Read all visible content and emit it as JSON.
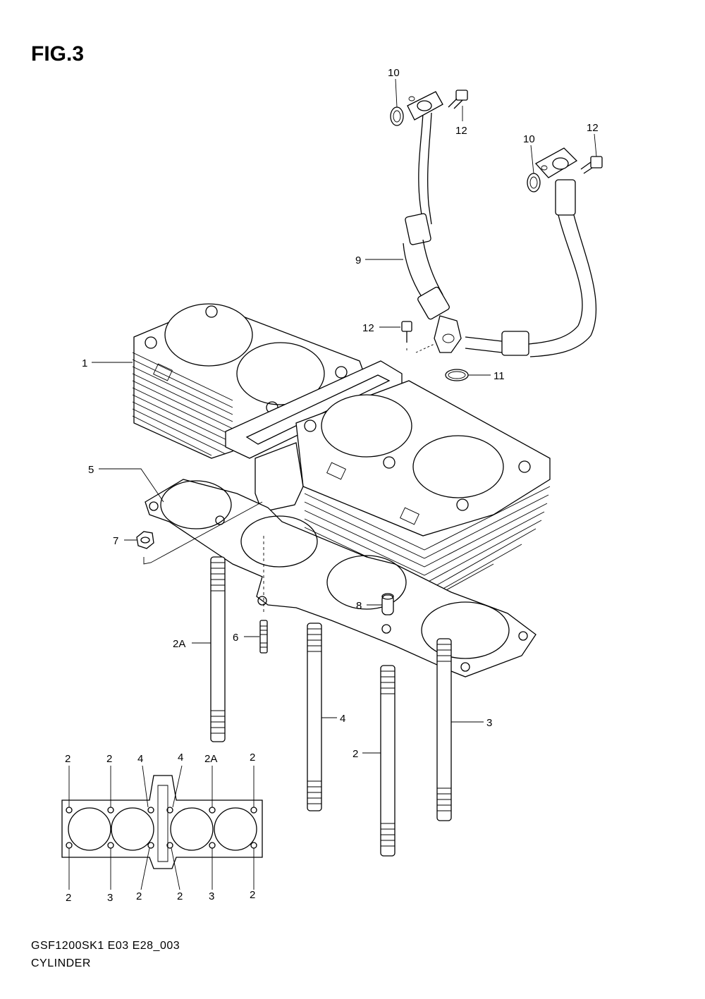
{
  "figure": {
    "title": "FIG.3",
    "model_code": "GSF1200SK1 E03 E28_003",
    "section_name": "CYLINDER"
  },
  "callouts": {
    "c1": "1",
    "c2a_left": "2A",
    "c2_stud": "2",
    "c3_stud": "3",
    "c4_stud": "4",
    "c5": "5",
    "c6": "6",
    "c7": "7",
    "c8": "8",
    "c9": "9",
    "c10_left": "10",
    "c10_right": "10",
    "c11": "11",
    "c12_top": "12",
    "c12_right": "12",
    "c12_mid": "12"
  },
  "inset": {
    "top_labels": [
      "2",
      "2",
      "4",
      "4",
      "2A",
      "2"
    ],
    "bottom_labels": [
      "2",
      "3",
      "2",
      "2",
      "3",
      "2"
    ]
  }
}
